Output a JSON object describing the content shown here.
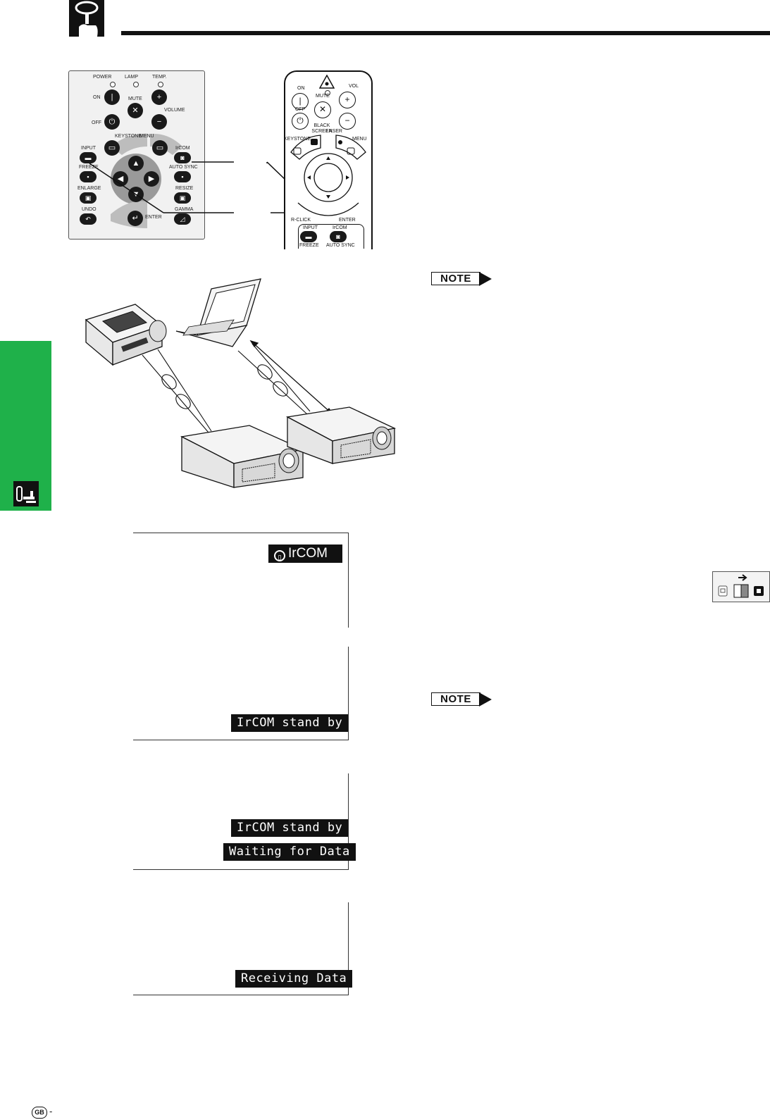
{
  "header": {
    "icon": "keyhole-hand-icon"
  },
  "side_tab": {
    "color": "#1fb14a",
    "icon": "key-icon"
  },
  "projector_panel": {
    "indicators": [
      "POWER",
      "LAMP",
      "TEMP."
    ],
    "labels": {
      "on": "ON",
      "off": "OFF",
      "mute": "MUTE",
      "volume": "VOLUME",
      "keystone": "KEYSTONE",
      "menu": "MENU",
      "input": "INPUT",
      "ircom": "IrCOM",
      "auto_sync": "AUTO SYNC",
      "freeze": "FREEZE",
      "enlarge": "ENLARGE",
      "resize": "RESIZE",
      "undo": "UNDO",
      "gamma": "GAMMA",
      "enter": "ENTER"
    }
  },
  "remote": {
    "labels": {
      "on": "ON",
      "off": "OFF",
      "mute": "MUTE",
      "vol": "VOL",
      "black_screen": "BLACK SCREEN",
      "laser": "LASER",
      "keystone": "KEYSTONE",
      "menu": "MENU",
      "r_click": "R-CLICK",
      "enter": "ENTER",
      "input": "INPUT",
      "freeze": "FREEZE",
      "ircom": "IrCOM",
      "auto_sync": "AUTO SYNC"
    }
  },
  "notes": {
    "label": "NOTE"
  },
  "osd": {
    "ircom_badge": "IrCOM",
    "standby": "IrCOM stand by",
    "standby_2": "IrCOM stand by",
    "waiting": "Waiting for Data",
    "receiving": "Receiving Data"
  },
  "footer": {
    "region_badge": "GB",
    "page_dash": "-"
  }
}
